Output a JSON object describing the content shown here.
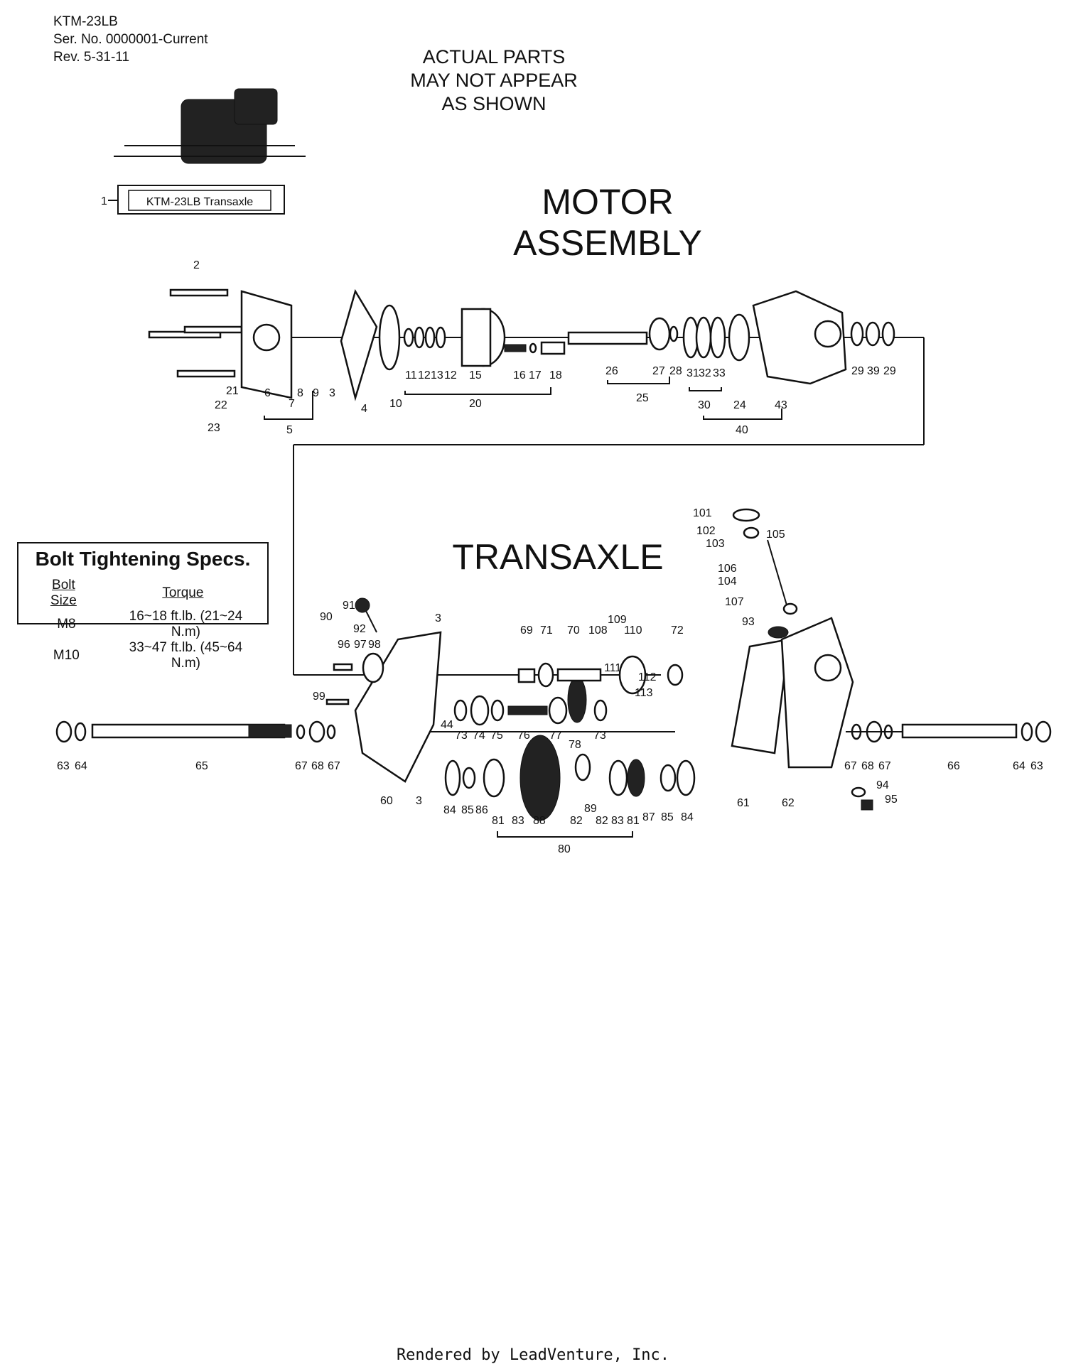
{
  "header": {
    "model": "KTM-23LB",
    "serial": "Ser. No. 0000001-Current",
    "revision": "Rev. 5-31-11"
  },
  "notice": [
    "ACTUAL PARTS",
    "MAY NOT APPEAR",
    "AS SHOWN"
  ],
  "assembly_box": {
    "ref": "1",
    "label": "KTM-23LB Transaxle"
  },
  "sections": {
    "motor_line1": "MOTOR",
    "motor_line2": "ASSEMBLY",
    "transaxle": "TRANSAXLE"
  },
  "bolt_specs": {
    "title": "Bolt Tightening Specs.",
    "col_size": "Bolt Size",
    "col_torque": "Torque",
    "rows": [
      {
        "size": "M8",
        "torque": "16~18 ft.lb. (21~24 N.m)"
      },
      {
        "size": "M10",
        "torque": "33~47 ft.lb. (45~64 N.m)"
      }
    ]
  },
  "footer": "Rendered by LeadVenture, Inc.",
  "callouts": [
    "2",
    "21",
    "22",
    "23",
    "6",
    "7",
    "8",
    "9",
    "3",
    "5",
    "4",
    "10",
    "11",
    "12",
    "13",
    "12",
    "15",
    "16",
    "17",
    "18",
    "20",
    "26",
    "27",
    "28",
    "25",
    "31",
    "32",
    "33",
    "30",
    "24",
    "43",
    "40",
    "29",
    "39",
    "29",
    "101",
    "102",
    "103",
    "105",
    "106",
    "104",
    "107",
    "93",
    "91",
    "90",
    "92",
    "3",
    "96",
    "97",
    "98",
    "99",
    "69",
    "71",
    "70",
    "108",
    "109",
    "110",
    "72",
    "111",
    "112",
    "113",
    "73",
    "74",
    "75",
    "76",
    "77",
    "73",
    "78",
    "44",
    "63",
    "64",
    "65",
    "67",
    "68",
    "67",
    "60",
    "3",
    "84",
    "85",
    "86",
    "81",
    "83",
    "88",
    "89",
    "82",
    "82",
    "83",
    "81",
    "87",
    "85",
    "84",
    "80",
    "61",
    "62",
    "67",
    "68",
    "67",
    "66",
    "64",
    "63",
    "94",
    "95"
  ]
}
